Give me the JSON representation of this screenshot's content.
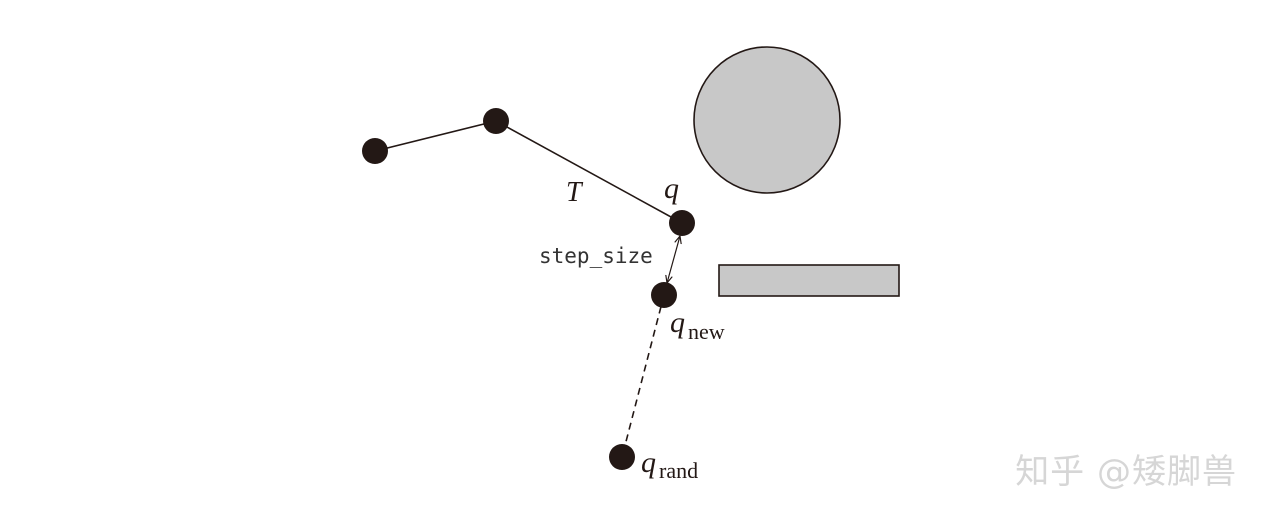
{
  "labels": {
    "tree": "T",
    "q_near": "q",
    "q_new": "q",
    "q_new_sub": "new",
    "q_rand": "q",
    "q_rand_sub": "rand",
    "step": "step_size"
  },
  "watermark": "知乎 @矮脚兽",
  "colors": {
    "node": "#231815",
    "obstacle_fill": "#c8c8c8",
    "line": "#231815"
  }
}
